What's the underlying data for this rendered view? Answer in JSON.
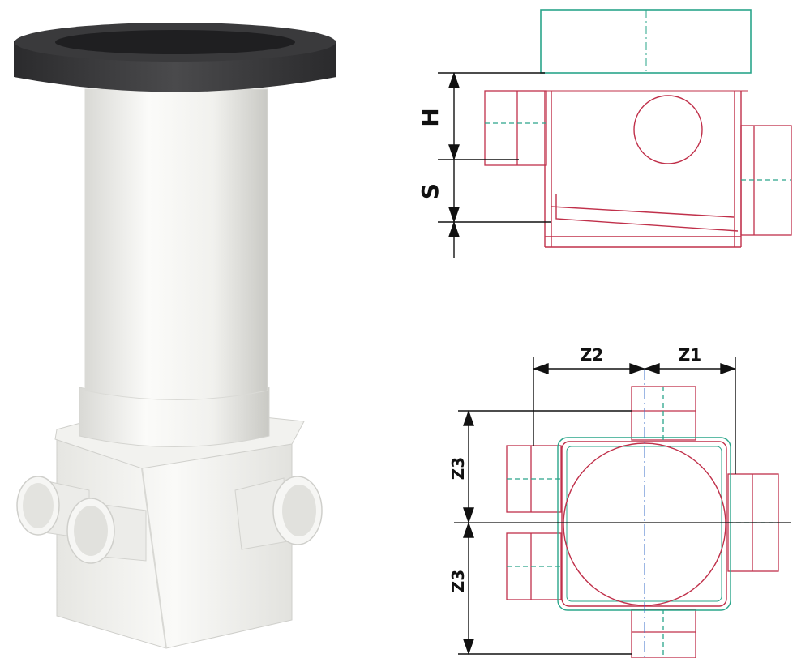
{
  "photo": {
    "colors": {
      "ring": "#3c3c3e",
      "ring_dark": "#1e1e20",
      "pipe": "#f3f3f0",
      "pipe_shade": "#d6d6d2"
    }
  },
  "section_view": {
    "labels": {
      "h": "H",
      "s": "S"
    }
  },
  "plan_view": {
    "labels": {
      "z1": "Z1",
      "z2": "Z2",
      "z3_upper": "Z3",
      "z3_lower": "Z3"
    }
  },
  "colors": {
    "line_red": "#c0304a",
    "line_green": "#2aa58a",
    "dim_black": "#111111"
  }
}
